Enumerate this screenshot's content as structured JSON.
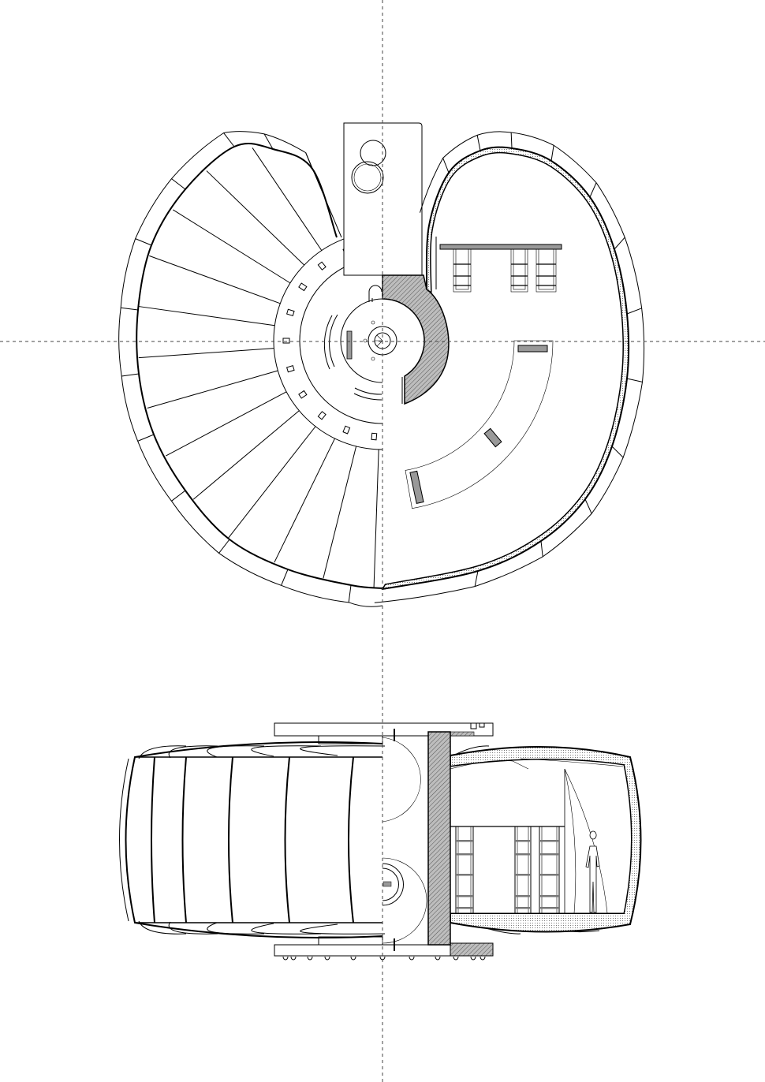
{
  "drawing": {
    "line_color": "#000000",
    "hatch_fill": "#a6a6a6",
    "insulation_fill": "#d9d9d9",
    "background": "#ffffff",
    "views": [
      "plan",
      "elevation-section"
    ],
    "figure": "human-scale-figure"
  }
}
